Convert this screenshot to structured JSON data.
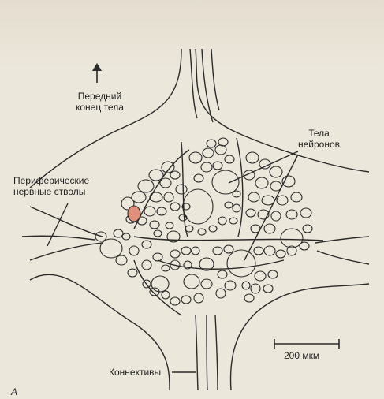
{
  "labels": {
    "front_end": [
      "Передний",
      "конец тела"
    ],
    "neuron_bodies": [
      "Тела",
      "нейронов"
    ],
    "peripheral_nerves": [
      "Периферические",
      "нервные стволы"
    ],
    "connectives": "Коннективы",
    "scale_bar": "200 мкм",
    "panel": "А"
  },
  "colors": {
    "highlight_neuron": "#e0907a",
    "ink": "#2a2a2a",
    "paper": "#ece7db"
  }
}
